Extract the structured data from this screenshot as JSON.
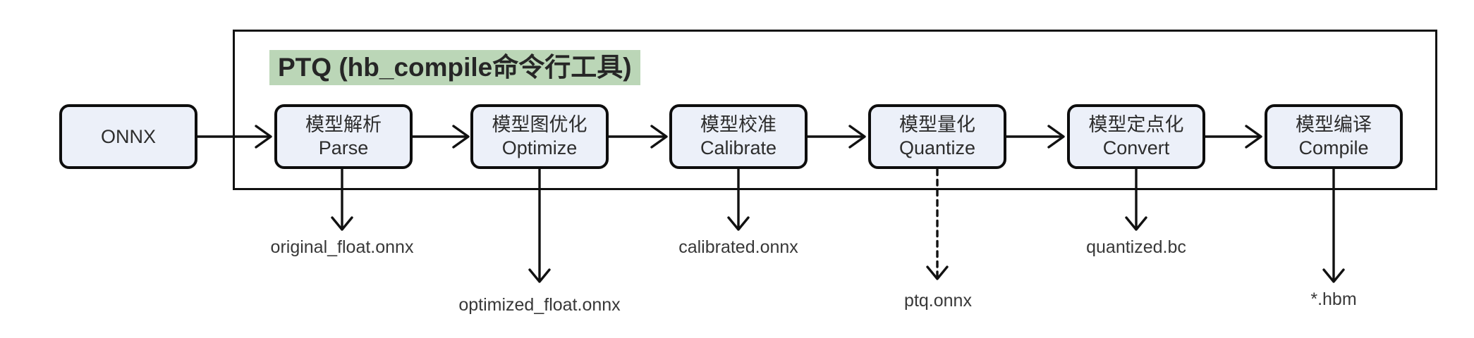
{
  "title": "PTQ (hb_compile命令行工具)",
  "colors": {
    "highlight_green": "#bbd6b7",
    "node_fill": "#ecf0f9",
    "border_black": "#111111",
    "text_dark": "#2d2d2d"
  },
  "input_node": {
    "label": "ONNX"
  },
  "pipeline": {
    "steps": [
      {
        "zh": "模型解析",
        "en": "Parse",
        "output": "original_float.onnx",
        "output_arrow": "solid"
      },
      {
        "zh": "模型图优化",
        "en": "Optimize",
        "output": "optimized_float.onnx",
        "output_arrow": "solid"
      },
      {
        "zh": "模型校准",
        "en": "Calibrate",
        "output": "calibrated.onnx",
        "output_arrow": "solid"
      },
      {
        "zh": "模型量化",
        "en": "Quantize",
        "output": "ptq.onnx",
        "output_arrow": "dashed"
      },
      {
        "zh": "模型定点化",
        "en": "Convert",
        "output": "quantized.bc",
        "output_arrow": "solid"
      },
      {
        "zh": "模型编译",
        "en": "Compile",
        "output": "*.hbm",
        "output_arrow": "solid"
      }
    ]
  }
}
